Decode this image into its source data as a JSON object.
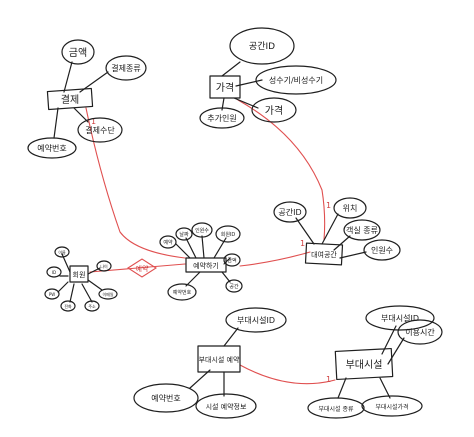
{
  "entities": {
    "payment": "결제",
    "price": "가격",
    "reservation": "예약하기",
    "customer": "회원",
    "rental_space": "대여공간",
    "rental_info": "부대시설 예약",
    "facility": "부대시설"
  },
  "attributes": {
    "payment_amount": "금액",
    "payment_method": "결제수단",
    "payment_resno": "예약번호",
    "payment_kind": "결제종류",
    "price_spaceid": "공간ID",
    "price_season": "성수기/비성수기",
    "price_headcount": "추가인원",
    "price_amount": "가격",
    "space_id": "공간ID",
    "space_location": "위치",
    "space_count": "객실 종류",
    "space_size": "인원수",
    "res_a": "예약",
    "res_b": "날짜",
    "res_c": "인원수",
    "res_d": "회원ID",
    "res_e": "금액",
    "res_f": "예약번호",
    "res_g": "공간",
    "cust_a": "이름",
    "cust_b": "ID",
    "cust_c": "PW",
    "cust_d": "전화",
    "cust_e": "주소",
    "cust_f": "이메일",
    "cust_g": "나이",
    "info_spaceid": "부대시설ID",
    "info_resno": "예약번호",
    "info_detail": "시설 예약정보",
    "fac_id": "부대시설ID",
    "fac_time": "이용시간",
    "fac_kind": "부대시설 종류",
    "fac_fee": "부대시설가격"
  },
  "relations": {
    "r_pay": "1",
    "r_price": "1",
    "r_res": "1",
    "diamond": "예약",
    "r_fac": "1"
  }
}
